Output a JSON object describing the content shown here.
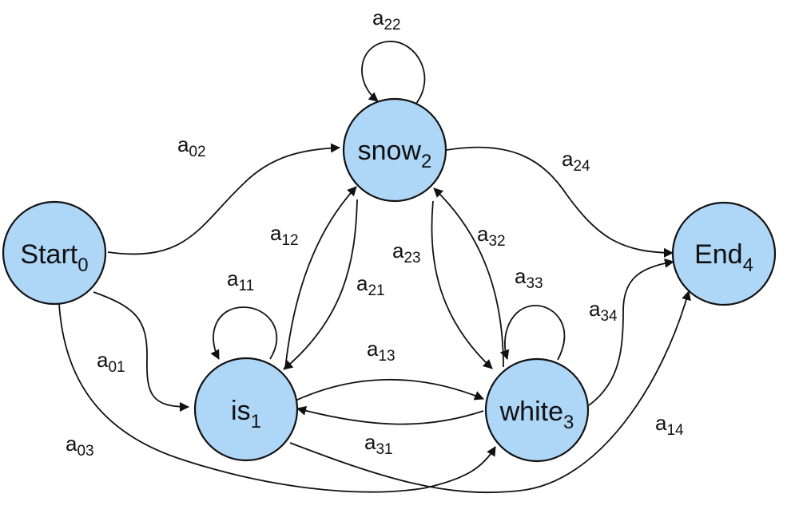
{
  "colors": {
    "node_fill": "#aed6f7",
    "stroke": "#111111"
  },
  "nodes": [
    {
      "id": "start",
      "base": "Start",
      "sub": "0"
    },
    {
      "id": "snow",
      "base": "snow",
      "sub": "2"
    },
    {
      "id": "end",
      "base": "End",
      "sub": "4"
    },
    {
      "id": "is",
      "base": "is",
      "sub": "1"
    },
    {
      "id": "white",
      "base": "white",
      "sub": "3"
    }
  ],
  "edges": [
    {
      "id": "a02",
      "base": "a",
      "sub": "02"
    },
    {
      "id": "a01",
      "base": "a",
      "sub": "01"
    },
    {
      "id": "a03",
      "base": "a",
      "sub": "03"
    },
    {
      "id": "a22",
      "base": "a",
      "sub": "22"
    },
    {
      "id": "a24",
      "base": "a",
      "sub": "24"
    },
    {
      "id": "a12",
      "base": "a",
      "sub": "12"
    },
    {
      "id": "a21",
      "base": "a",
      "sub": "21"
    },
    {
      "id": "a23",
      "base": "a",
      "sub": "23"
    },
    {
      "id": "a32",
      "base": "a",
      "sub": "32"
    },
    {
      "id": "a11",
      "base": "a",
      "sub": "11"
    },
    {
      "id": "a33",
      "base": "a",
      "sub": "33"
    },
    {
      "id": "a13",
      "base": "a",
      "sub": "13"
    },
    {
      "id": "a31",
      "base": "a",
      "sub": "31"
    },
    {
      "id": "a34",
      "base": "a",
      "sub": "34"
    },
    {
      "id": "a14",
      "base": "a",
      "sub": "14"
    }
  ]
}
